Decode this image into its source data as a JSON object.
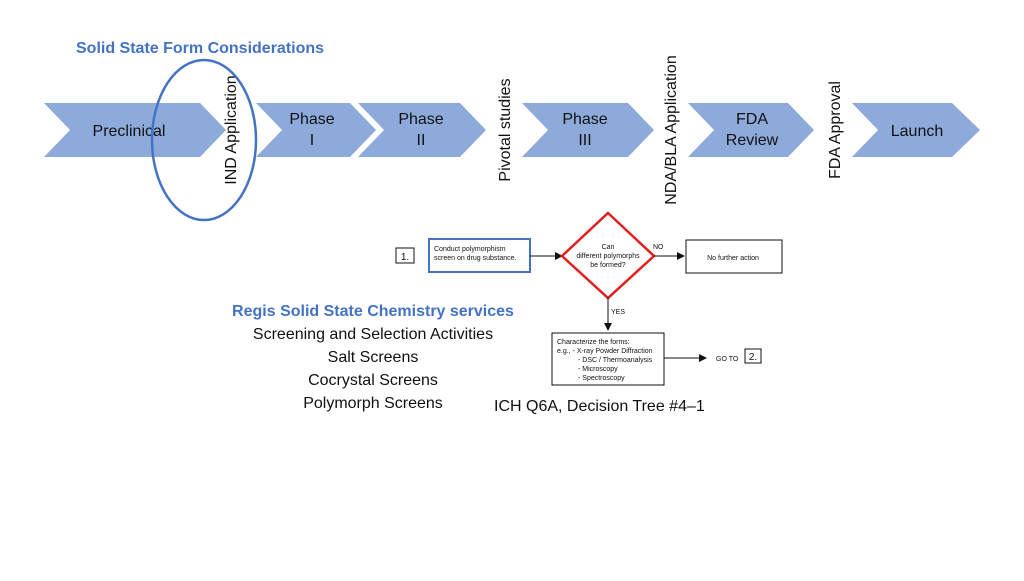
{
  "timeline": {
    "stages": [
      {
        "label": "Preclinical"
      },
      {
        "label": "Phase\nI"
      },
      {
        "label": "Phase\nII"
      },
      {
        "label": "Phase\nIII"
      },
      {
        "label": "FDA\nReview"
      },
      {
        "label": "Launch"
      }
    ],
    "milestones": [
      {
        "label": "IND Application"
      },
      {
        "label": "Pivotal studies"
      },
      {
        "label": "NDA/BLA Application"
      },
      {
        "label": "FDA Approval"
      }
    ]
  },
  "considerations_title": "Solid State Form Considerations",
  "services": {
    "title": "Regis Solid State Chemistry services",
    "items": [
      "Screening and Selection Activities",
      "Salt Screens",
      "Cocrystal Screens",
      "Polymorph Screens"
    ]
  },
  "decision_tree": {
    "step1_label": "1.",
    "step1_text": [
      "Conduct polymorphism",
      "screen on drug substance."
    ],
    "decision_text": [
      "Can",
      "different polymorphs",
      "be formed?"
    ],
    "no_label": "NO",
    "yes_label": "YES",
    "no_action": "No further action",
    "characterize_text": [
      "Characterize the forms:",
      "e.g.,  - X-ray Powder Diffraction",
      "- DSC / Thermoanalysis",
      "- Microscopy",
      "- Spectroscopy"
    ],
    "goto_label": "GO TO",
    "step2_label": "2.",
    "caption": "ICH Q6A, Decision Tree #4–1"
  },
  "colors": {
    "arrow_fill": "#8eaadb",
    "accent": "#4472c4",
    "decision_border": "#e02020",
    "text": "#111111"
  }
}
